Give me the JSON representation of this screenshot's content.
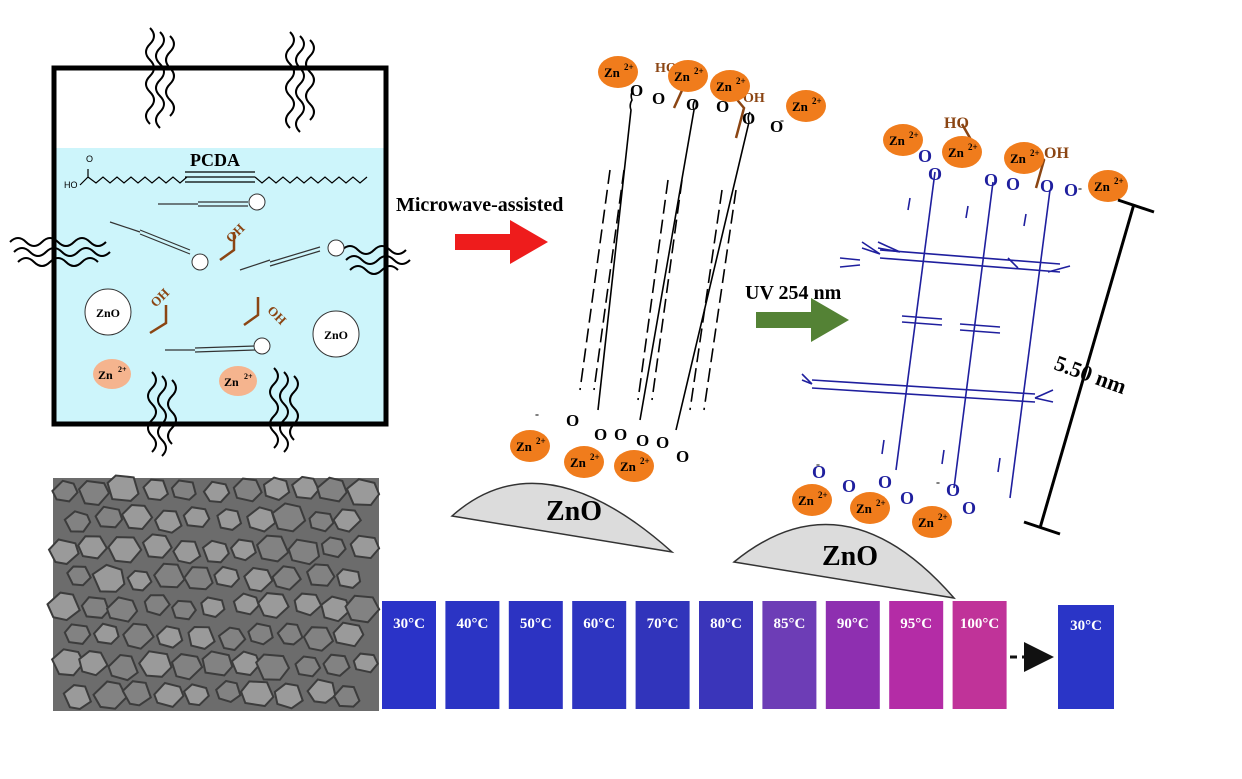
{
  "reactor": {
    "compound_label": "PCDA",
    "acid_head": "HO",
    "acid_oxygen": "O",
    "zno_particle": "ZnO",
    "zinc_ion": "Zn",
    "zinc_charge": "2+",
    "hydroxyl": "OH"
  },
  "step1": {
    "label": "Microwave-assisted",
    "arrow_color": "#ee1c1c"
  },
  "step2": {
    "label": "UV 254 nm",
    "arrow_color": "#548235"
  },
  "assembly": {
    "substrate": "ZnO",
    "ion_base": "Zn",
    "ion_charge": "2+",
    "head_hydroxyl": "HO",
    "hydroxyl": "OH",
    "oxygen": "O",
    "charge_minus": "-"
  },
  "polymer": {
    "substrate": "ZnO",
    "ion_base": "Zn",
    "ion_charge": "2+",
    "head_hydroxyl": "HO",
    "hydroxyl": "OH",
    "oxygen": "O",
    "charge_minus": "-",
    "length_label": "5.50 nm",
    "chain_color": "#1f1f9e"
  },
  "color_strip": {
    "temperatures": [
      "30°C",
      "40°C",
      "50°C",
      "60°C",
      "70°C",
      "80°C",
      "85°C",
      "90°C",
      "95°C",
      "100°C"
    ],
    "colors": [
      "#2a33c8",
      "#2b34c4",
      "#2c33c2",
      "#2e35c0",
      "#3134bb",
      "#3a35ba",
      "#6d3db6",
      "#8e2fb0",
      "#b42ca6",
      "#c03399"
    ],
    "return_temperature": "30°C",
    "return_color": "#2a35c7"
  },
  "colors": {
    "zinc_ion_fill": "#f07c1c",
    "zinc_ion_light": "#f5b48e",
    "hydroxyl_brown": "#8b4513",
    "liquid": "#cdf5fb",
    "substrate_fill": "#dcdcdc"
  }
}
